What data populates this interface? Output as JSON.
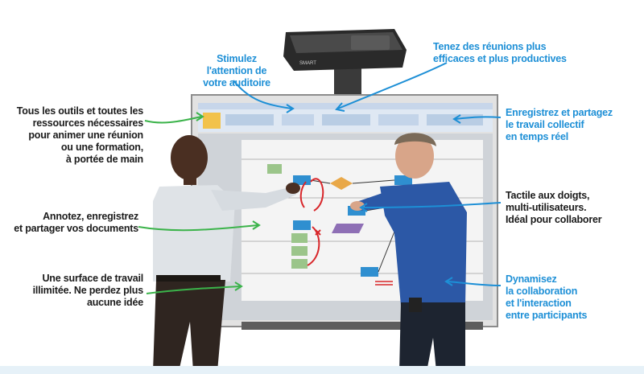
{
  "colors": {
    "accent_blue": "#1d8fd6",
    "annotation_green": "#3bb34a",
    "text_dark": "#1b1b1b"
  },
  "callouts": {
    "stimulez": [
      "Stimulez",
      "l'attention de",
      "votre auditoire"
    ],
    "reunions": [
      "Tenez des réunions plus",
      "efficaces et plus productives"
    ],
    "outils": [
      "Tous les outils et toutes les",
      "ressources nécessaires",
      "pour animer une réunion",
      "ou une formation,",
      "à portée de main"
    ],
    "enregistrez": [
      "Enregistrez et partagez",
      "le travail collectif",
      "en temps réel"
    ],
    "annotez": [
      "Annotez, enregistrez",
      "et partager vos documents"
    ],
    "tactile": [
      "Tactile aux doigts,",
      "multi-utilisateurs.",
      "Idéal pour collaborer"
    ],
    "surface": [
      "Une surface de travail",
      "illimitée.  Ne perdez plus",
      "aucune idée"
    ],
    "dynamisez": [
      "Dynamisez",
      "la collaboration",
      "et l'interaction",
      "entre participants"
    ]
  },
  "icons": {
    "projector": "projector-icon",
    "whiteboard": "interactive-whiteboard-icon"
  }
}
